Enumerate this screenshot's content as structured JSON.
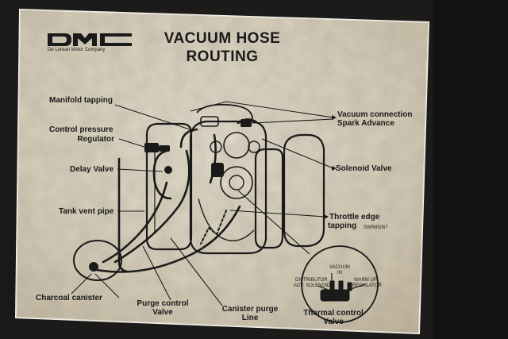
{
  "logo": {
    "text": "DMC",
    "tagline": "De Lorean Motor Company"
  },
  "title": {
    "line1": "VACUUM HOSE",
    "line2": "ROUTING"
  },
  "labels": {
    "manifold_tapping": "Manifold tapping",
    "control_pressure_1": "Control pressure",
    "control_pressure_2": "Regulator",
    "delay_valve": "Delay Valve",
    "tank_vent_pipe": "Tank vent pipe",
    "charcoal_canister": "Charcoal canister",
    "purge_control_1": "Purge control",
    "purge_control_2": "Valve",
    "canister_purge_1": "Canister purge",
    "canister_purge_2": "Line",
    "vacuum_connection_1": "Vacuum connection",
    "vacuum_connection_2": "Spark Advance",
    "solenoid_valve": "Solenoid Valve",
    "throttle_edge_1": "Throttle edge",
    "throttle_edge_2": "tapping",
    "part_number": "SWR85067",
    "thermal_control_1": "Thermal control",
    "thermal_control_2": "Valve",
    "tcv_vacuum_in_1": "VACUUM",
    "tcv_vacuum_in_2": "IN",
    "tcv_distributor_1": "DISTRIBUTOR",
    "tcv_distributor_2": "ADV. SOLENOID",
    "tcv_warm_up_1": "WARM UP",
    "tcv_warm_up_2": "REGULATOR"
  },
  "colors": {
    "background": "#1c1b19",
    "decal": "#d8cfbd",
    "ink": "#1a1a1a"
  }
}
